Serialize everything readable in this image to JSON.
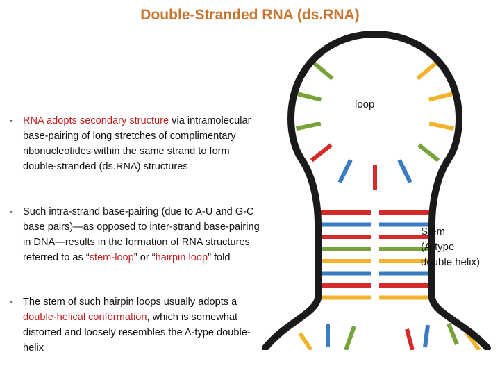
{
  "slide": {
    "title": "Double-Stranded RNA (ds.RNA)"
  },
  "bullets": [
    {
      "marker": "-",
      "segments": [
        {
          "text": "RNA adopts secondary structure",
          "highlight": true
        },
        {
          "text": " via intramolecular base-pairing of long stretches of complimentary ribonucleotides within the same strand to form double-stranded (ds.RNA) structures",
          "highlight": false
        }
      ]
    },
    {
      "marker": "-",
      "segments": [
        {
          "text": "Such intra-strand base-pairing (due to A-U and G-C base pairs)—as opposed to inter-strand base-pairing in DNA—results in the formation of RNA structures referred to as “",
          "highlight": false
        },
        {
          "text": "stem-loop",
          "highlight": true
        },
        {
          "text": "” or “",
          "highlight": false
        },
        {
          "text": "hairpin loop",
          "highlight": true
        },
        {
          "text": "” fold",
          "highlight": false
        }
      ]
    },
    {
      "marker": "-",
      "segments": [
        {
          "text": "The stem of such hairpin loops usually adopts a ",
          "highlight": false
        },
        {
          "text": "double-helical conformation",
          "highlight": true
        },
        {
          "text": ", which is somewhat distorted and loosely resembles the A-type double-helix",
          "highlight": false
        }
      ]
    }
  ],
  "diagram": {
    "loop_label": "loop",
    "stem_label_lines": [
      "Stem",
      "(A-type",
      "double helix)"
    ],
    "colors": {
      "backbone": "#1a1a1a",
      "red": "#d62a2a",
      "blue": "#3a7cc2",
      "green": "#78a23a",
      "yellow": "#f2b42c"
    },
    "stem_base_pair_colors": [
      "red",
      "blue",
      "red",
      "green",
      "yellow",
      "blue",
      "red",
      "yellow"
    ],
    "loop_base_colors": [
      "green",
      "green",
      "green",
      "red",
      "blue",
      "red",
      "blue",
      "green",
      "yellow",
      "yellow",
      "yellow"
    ],
    "tail_base_colors": [
      "yellow",
      "blue",
      "green",
      "red",
      "blue",
      "green",
      "yellow"
    ]
  },
  "text_color_highlight": "#c01f1f",
  "title_color": "#c8742e"
}
